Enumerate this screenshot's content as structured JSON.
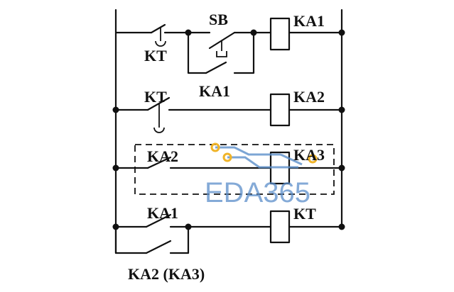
{
  "labels": {
    "sb": "SB",
    "ka1_coil": "KA1",
    "kt_contact_1": "KT",
    "ka1_contact_1": "KA1",
    "kt_contact_2": "KT",
    "ka2_coil": "KA2",
    "ka2_contact": "KA2",
    "ka3_coil": "KA3",
    "ka1_contact_2": "KA1",
    "kt_coil": "KT",
    "bottom_contacts": "KA2 (KA3)"
  },
  "watermark": {
    "text": "EDA365",
    "color": "#5b8ec9",
    "accent": "#f0b429"
  }
}
